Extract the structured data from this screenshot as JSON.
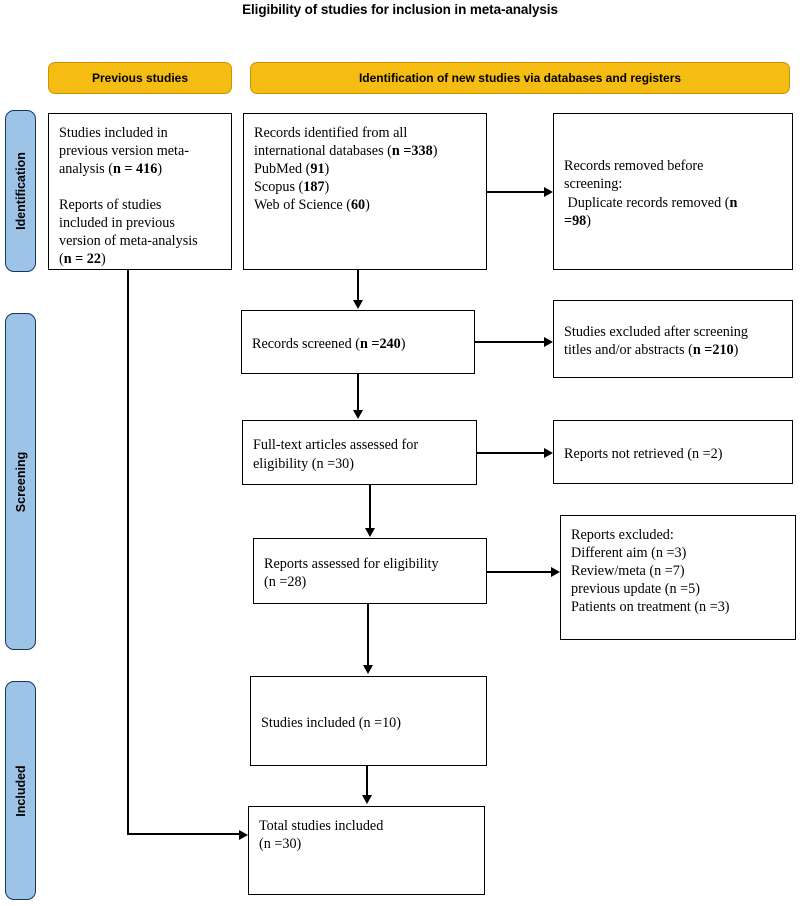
{
  "title": "Eligibility of studies for inclusion in meta-analysis",
  "colors": {
    "header_yellow": "#F5BC14",
    "phase_blue": "#9DC3E6",
    "phase_border": "#16365C",
    "node_border": "#000000",
    "background": "#FFFFFF"
  },
  "stage_headers": [
    {
      "id": "previous-studies",
      "label": "Previous studies"
    },
    {
      "id": "identification-new",
      "label": "Identification of new studies via databases and registers"
    }
  ],
  "phases": [
    {
      "id": "identification",
      "label": "Identification"
    },
    {
      "id": "screening",
      "label": "Screening"
    },
    {
      "id": "included",
      "label": "Included"
    }
  ],
  "nodes": {
    "previous_included": {
      "name": "previous-studies-included-box",
      "lines": [
        {
          "text": "Studies included in"
        },
        {
          "text": "previous version meta-"
        },
        {
          "text": "analysis (",
          "bold": "n = 416",
          "after": ")"
        },
        {
          "text": ""
        },
        {
          "text": "Reports of studies"
        },
        {
          "text": "included in previous"
        },
        {
          "text": "version of meta-analysis"
        },
        {
          "text": "(",
          "bold": "n = 22",
          "after": ")"
        }
      ]
    },
    "records_identified": {
      "name": "records-identified-box",
      "lines": [
        {
          "text": "Records identified from all"
        },
        {
          "text": "international databases (",
          "bold": "n =338",
          "after": ")"
        },
        {
          "text": "PubMed (",
          "bold": "91",
          "after": ")"
        },
        {
          "text": "Scopus (",
          "bold": "187",
          "after": ")"
        },
        {
          "text": "Web of Science (",
          "bold": "60",
          "after": ")"
        }
      ]
    },
    "records_removed": {
      "name": "records-removed-box",
      "lines": [
        {
          "text": "Records removed before"
        },
        {
          "text": "screening:"
        },
        {
          "text": " Duplicate records removed (",
          "bold": "n",
          "after": ""
        },
        {
          "bold": "=98",
          "after": ")"
        }
      ]
    },
    "records_screened": {
      "name": "records-screened-box",
      "lines": [
        {
          "text": "Records screened (",
          "bold": "n =240",
          "after": ")"
        }
      ]
    },
    "studies_excluded": {
      "name": "studies-excluded-box",
      "lines": [
        {
          "text": "Studies excluded after screening"
        },
        {
          "text": "titles and/or abstracts (",
          "bold": "n =210",
          "after": ")"
        }
      ]
    },
    "fulltext_assessed": {
      "name": "fulltext-assessed-box",
      "lines": [
        {
          "text": "Full-text articles assessed for"
        },
        {
          "text": "eligibility (n =30)"
        }
      ]
    },
    "reports_not_retrieved": {
      "name": "reports-not-retrieved-box",
      "lines": [
        {
          "text": "Reports not retrieved (n =2)"
        }
      ]
    },
    "reports_assessed": {
      "name": "reports-assessed-box",
      "lines": [
        {
          "text": "Reports assessed for eligibility"
        },
        {
          "text": "(n =28)"
        }
      ]
    },
    "reports_excluded": {
      "name": "reports-excluded-box",
      "lines": [
        {
          "text": "Reports excluded:"
        },
        {
          "text": "Different aim (n =3)"
        },
        {
          "text": "Review/meta (n =7)"
        },
        {
          "text": "previous update (n =5)"
        },
        {
          "text": "Patients on treatment (n =3)"
        }
      ]
    },
    "studies_included": {
      "name": "studies-included-box",
      "lines": [
        {
          "text": "Studies included (n =10)"
        }
      ]
    },
    "total_included": {
      "name": "total-studies-included-box",
      "lines": [
        {
          "text": "Total studies included"
        },
        {
          "text": "(n =30)"
        }
      ]
    }
  },
  "flow_data": {
    "type": "prisma-flow",
    "previous_version_studies": 416,
    "previous_version_reports": 22,
    "records_identified_total": 338,
    "sources": [
      {
        "name": "PubMed",
        "count": 91
      },
      {
        "name": "Scopus",
        "count": 187
      },
      {
        "name": "Web of Science",
        "count": 60
      }
    ],
    "duplicates_removed": 98,
    "records_screened": 240,
    "excluded_after_screening": 210,
    "fulltext_assessed": 30,
    "reports_not_retrieved": 2,
    "reports_assessed": 28,
    "reports_excluded": [
      {
        "reason": "Different aim",
        "count": 3
      },
      {
        "reason": "Review/meta",
        "count": 7
      },
      {
        "reason": "previous update",
        "count": 5
      },
      {
        "reason": "Patients on treatment",
        "count": 3
      }
    ],
    "new_studies_included": 10,
    "total_studies_included": 30
  }
}
